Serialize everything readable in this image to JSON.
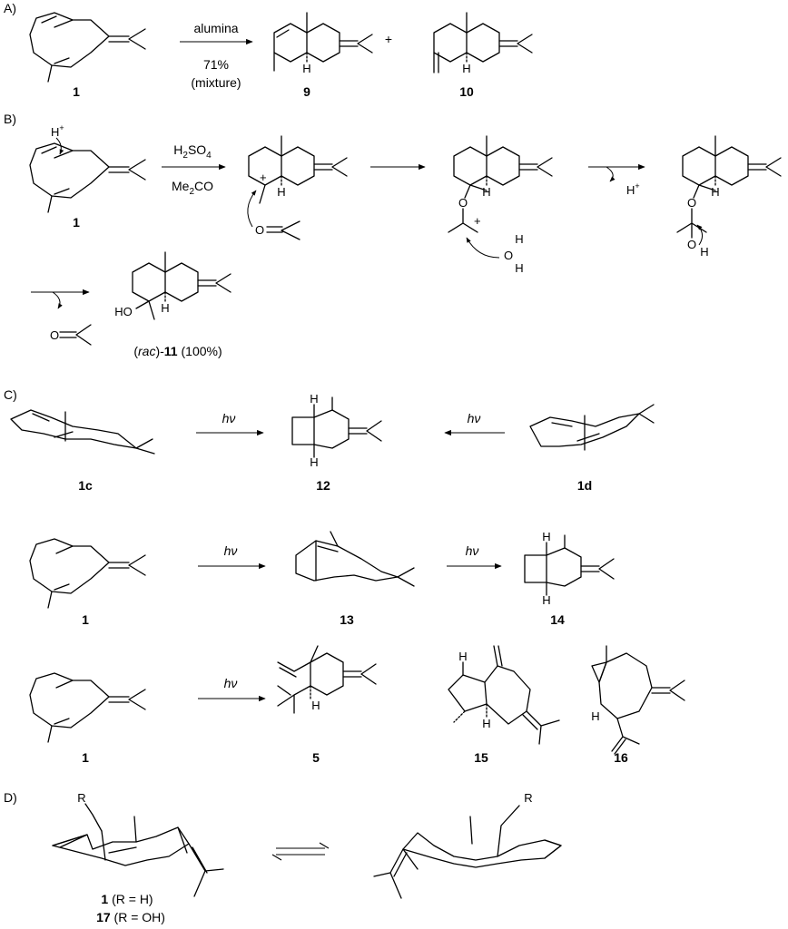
{
  "sections": {
    "A": "A)",
    "B": "B)",
    "C": "C)",
    "D": "D)"
  },
  "A": {
    "reagent": "alumina",
    "yield": "71%",
    "yield_note": "(mixture)",
    "plus": "+",
    "labels": [
      "1",
      "9",
      "10"
    ]
  },
  "B": {
    "reagent_top": "H2SO4",
    "reagent_bottom": "Me2CO",
    "labels": [
      "1"
    ],
    "product_prefix": "(",
    "product_rac": "rac",
    "product_mid": ")-",
    "product_num": "11",
    "product_yield": " (100%)"
  },
  "C": {
    "hv": "hν",
    "labels": [
      "1c",
      "12",
      "1d",
      "1",
      "13",
      "14",
      "1",
      "5",
      "15",
      "16"
    ]
  },
  "D": {
    "lbl1_num": "1",
    "lbl1_rest": " (R = H)",
    "lbl17_num": "17",
    "lbl17_rest": " (R = OH)",
    "R": "R"
  },
  "atoms": {
    "H": "H",
    "Hplus": "H",
    "plus_sup": "+",
    "O": "O",
    "HO": "HO"
  },
  "icons": {
    "arrow": "reaction-arrow-icon",
    "equilibrium": "equilibrium-arrow-icon",
    "curly": "curly-arrow-icon"
  }
}
